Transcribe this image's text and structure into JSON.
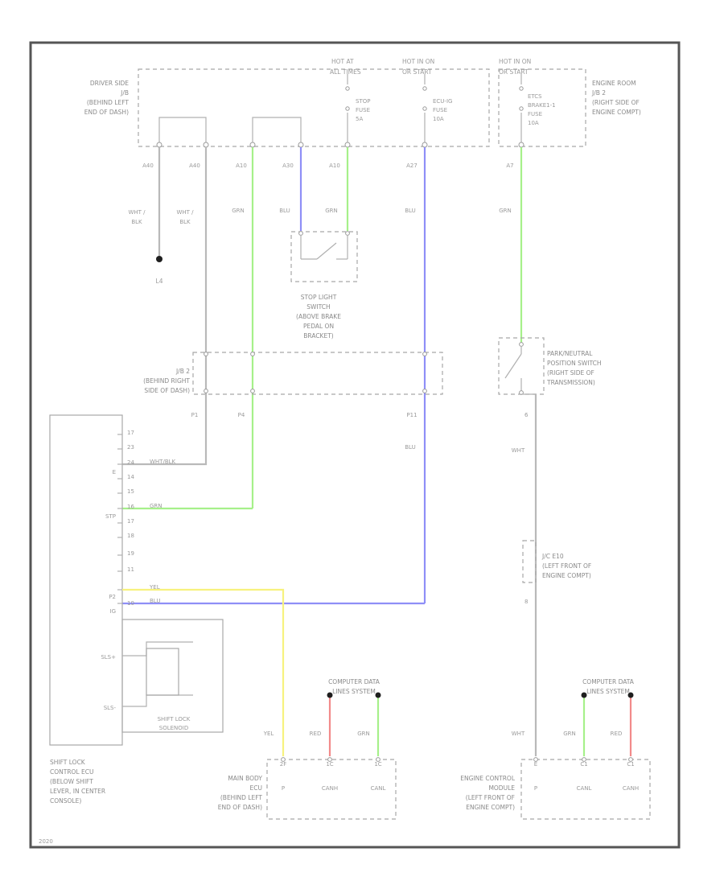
{
  "sources": {
    "hot_at": "HOT AT",
    "hot_at_2": "ALL TIMES",
    "hot_in_on_1": "HOT IN ON",
    "hot_in_on_1b": "OR START",
    "hot_in_on_2": "HOT IN ON",
    "hot_in_on_2b": "OR START"
  },
  "jb_driver": [
    "DRIVER SIDE",
    "J/B",
    "(BEHIND LEFT",
    "END OF DASH)"
  ],
  "jb_engine": [
    "ENGINE ROOM",
    "J/B 2",
    "(RIGHT SIDE OF",
    "ENGINE COMPT)"
  ],
  "fuses": {
    "stop": [
      "STOP",
      "FUSE",
      "5A"
    ],
    "ecu_ig": [
      "ECU-IG",
      "FUSE",
      "10A"
    ],
    "eng": [
      "ETCS",
      "BRAKE1-1",
      "FUSE",
      "10A"
    ]
  },
  "pins_top": [
    "A40",
    "A40",
    "A10",
    "A30",
    "A10",
    "A27",
    "A7"
  ],
  "wire_colors": {
    "wht_blk_1": [
      "WHT /",
      "BLK"
    ],
    "wht_blk_2": [
      "WHT /",
      "BLK"
    ],
    "grn_1": "GRN",
    "blu_1": "BLU",
    "grn_2": "GRN",
    "blu_2": "BLU",
    "grn_3": "GRN",
    "blu_3": "BLU",
    "wht_1": "WHT",
    "wht_2": "WHT",
    "yel": "YEL",
    "red_1": "RED",
    "grn_4": "GRN",
    "red_2": "RED",
    "grn_5": "GRN"
  },
  "ground": "L4",
  "stop_switch": [
    "STOP LIGHT",
    "SWITCH",
    "(ABOVE BRAKE",
    "PEDAL ON",
    "BRACKET)"
  ],
  "jb2": [
    "J/B 2",
    "(BEHIND RIGHT",
    "SIDE OF DASH)"
  ],
  "jb2_pins": [
    "P1",
    "P4",
    "P11"
  ],
  "pnp_switch": [
    "PARK/NEUTRAL",
    "POSITION SWITCH",
    "(RIGHT SIDE OF",
    "TRANSMISSION)"
  ],
  "pnp_pin": "6",
  "jc_e10": [
    "J/C E10",
    "(LEFT FRONT OF",
    "ENGINE COMPT)"
  ],
  "jc_pin": "8",
  "ecu_pins": [
    "17",
    "23",
    "24",
    "14",
    "15",
    "16",
    "17",
    "18",
    "19",
    "11",
    "10"
  ],
  "ecu_side": {
    "e": "E",
    "stp": "STP",
    "p2": "P2",
    "ig": "IG",
    "sls_plus": "SLS+",
    "sls_minus": "SLS-"
  },
  "ecu_inline": {
    "whtblk": "WHT/BLK",
    "grn": "GRN",
    "yel": "YEL",
    "blu": "BLU"
  },
  "solenoid": [
    "SHIFT LOCK",
    "SOLENOID"
  ],
  "ecu_name": [
    "SHIFT LOCK",
    "CONTROL ECU",
    "(BELOW SHIFT",
    "LEVER, IN CENTER",
    "CONSOLE)"
  ],
  "cdls": [
    "COMPUTER DATA",
    "LINES SYSTEM"
  ],
  "main_body": [
    "MAIN BODY",
    "ECU",
    "(BEHIND LEFT",
    "END OF DASH)"
  ],
  "main_body_pins": [
    "2F",
    "1C",
    "1C"
  ],
  "main_body_terms": [
    "P",
    "CANH",
    "CANL"
  ],
  "ecm": [
    "ENGINE CONTROL",
    "MODULE",
    "(LEFT FRONT OF",
    "ENGINE COMPT)"
  ],
  "ecm_pins": [
    "E",
    "C1",
    "C1"
  ],
  "ecm_terms": [
    "P",
    "CANL",
    "CANH"
  ],
  "footer_id": "2020"
}
